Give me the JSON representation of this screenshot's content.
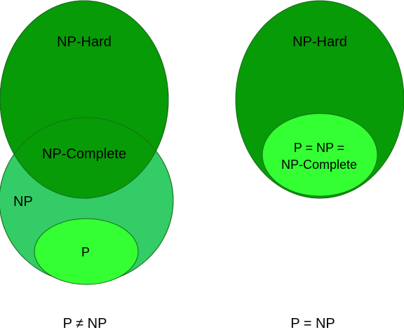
{
  "left_diagram": {
    "np_hard_label": "NP-Hard",
    "np_complete_label": "NP-Complete",
    "np_label": "NP",
    "p_label": "P",
    "caption": "P ≠ NP"
  },
  "right_diagram": {
    "np_hard_label": "NP-Hard",
    "merged_label_line1": "P = NP =",
    "merged_label_line2": "NP-Complete",
    "caption": "P = NP"
  },
  "colors": {
    "np_hard_fill": "#079b07",
    "np_fill": "#33cc66",
    "p_fill": "#33ff33",
    "outline": "#1a6a1a"
  }
}
